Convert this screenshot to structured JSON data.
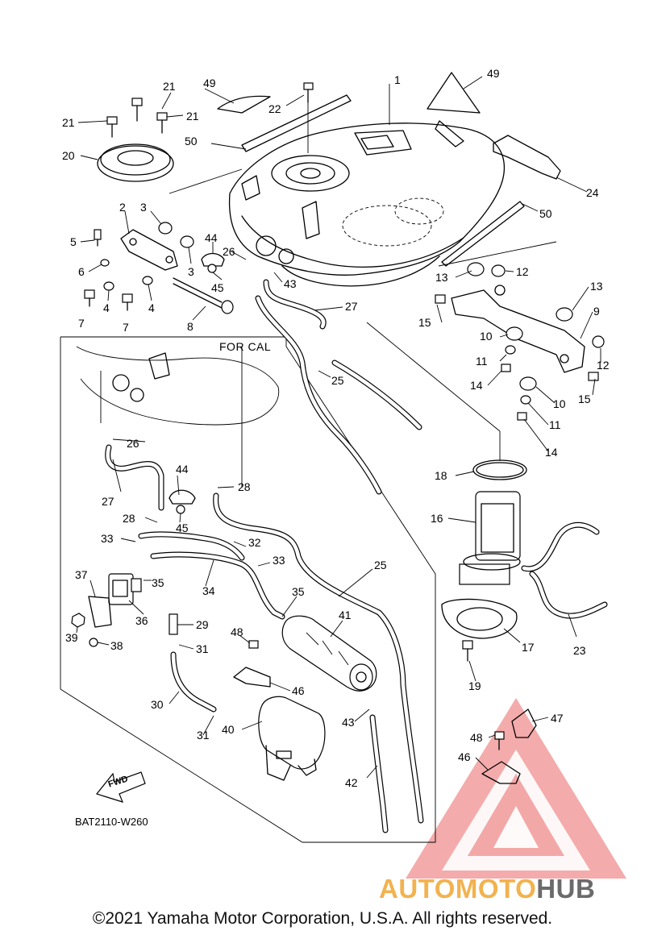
{
  "diagram_code": "BAT2110-W260",
  "callout_title": "FOR CAL",
  "fwd_label": "FWD",
  "copyright": "©2021 Yamaha Motor Corporation, U.S.A. All rights reserved.",
  "watermark": {
    "part1": "AUTO",
    "part2": "MOTO",
    "part3": "HUB"
  },
  "colors": {
    "watermark_red": "#e84a4a",
    "watermark_orange": "#f2b24f",
    "watermark_gray": "#6b6b6b"
  },
  "labels": {
    "l1": "1",
    "l2": "2",
    "l3a": "3",
    "l3b": "3",
    "l4a": "4",
    "l4b": "4",
    "l5": "5",
    "l6": "6",
    "l7a": "7",
    "l7b": "7",
    "l8": "8",
    "l9": "9",
    "l10a": "10",
    "l10b": "10",
    "l11a": "11",
    "l11b": "11",
    "l12a": "12",
    "l12b": "12",
    "l13a": "13",
    "l13b": "13",
    "l14a": "14",
    "l14b": "14",
    "l15a": "15",
    "l15b": "15",
    "l16": "16",
    "l17": "17",
    "l18": "18",
    "l19": "19",
    "l20": "20",
    "l21a": "21",
    "l21b": "21",
    "l21c": "21",
    "l22": "22",
    "l23": "23",
    "l24": "24",
    "l25a": "25",
    "l25b": "25",
    "l26a": "26",
    "l26b": "26",
    "l27a": "27",
    "l27b": "27",
    "l28a": "28",
    "l28b": "28",
    "l29": "29",
    "l30": "30",
    "l31a": "31",
    "l31b": "31",
    "l32": "32",
    "l33a": "33",
    "l33b": "33",
    "l34": "34",
    "l35a": "35",
    "l35b": "35",
    "l36": "36",
    "l37": "37",
    "l38": "38",
    "l39": "39",
    "l40": "40",
    "l41": "41",
    "l42": "42",
    "l43a": "43",
    "l43b": "43",
    "l44a": "44",
    "l44b": "44",
    "l45a": "45",
    "l45b": "45",
    "l46a": "46",
    "l46b": "46",
    "l47": "47",
    "l48a": "48",
    "l48b": "48",
    "l49a": "49",
    "l49b": "49",
    "l50a": "50",
    "l50b": "50"
  }
}
